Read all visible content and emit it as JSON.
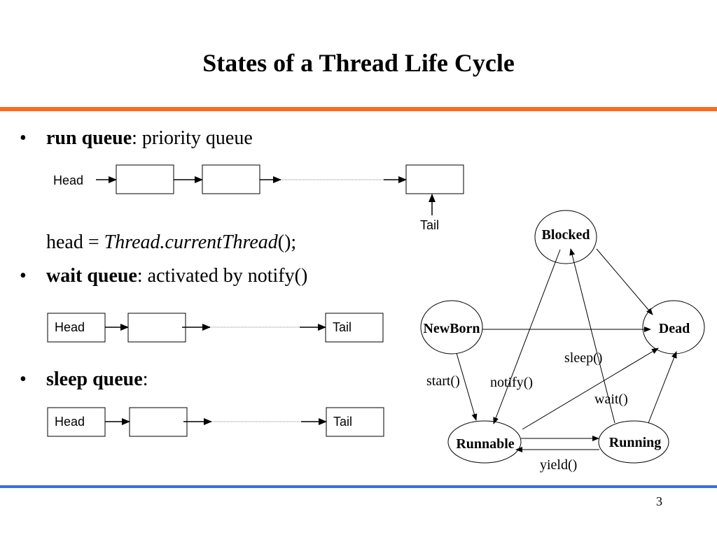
{
  "slide": {
    "title": "States of a Thread Life Cycle",
    "page_number": "3"
  },
  "bullets": [
    {
      "bold": "run queue",
      "rest": ": priority queue"
    },
    {
      "bold": "wait queue",
      "rest": ": activated by notify()"
    },
    {
      "bold": "sleep queue",
      "rest": ":"
    }
  ],
  "code_line": {
    "prefix": "head = ",
    "italic": "Thread.currentThread",
    "suffix": "();"
  },
  "queues": {
    "run": {
      "head_label": "Head",
      "tail_label": "Tail"
    },
    "wait": {
      "head_label": "Head",
      "tail_label": "Tail"
    },
    "sleep": {
      "head_label": "Head",
      "tail_label": "Tail"
    }
  },
  "state_diagram": {
    "states": {
      "blocked": "Blocked",
      "newborn": "NewBorn",
      "dead": "Dead",
      "runnable": "Runnable",
      "running": "Running"
    },
    "transitions": {
      "start": "start()",
      "notify": "notify()",
      "sleep": "sleep()",
      "wait": "wait()",
      "yield": "yield()"
    }
  },
  "colors": {
    "top_rule": "#ff6a1a",
    "bottom_rule": "#3b6fe0"
  }
}
